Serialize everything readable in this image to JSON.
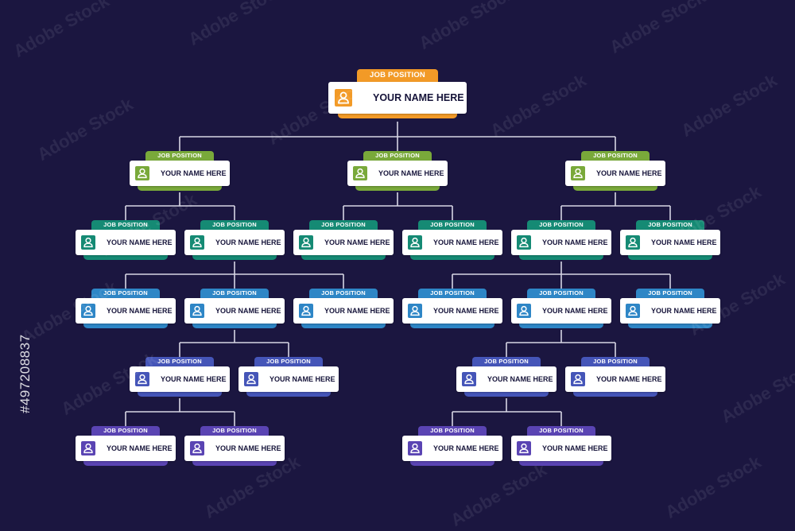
{
  "watermark": "Adobe Stock",
  "stock_id": "#497208837",
  "colors": {
    "background": "#1b1640",
    "orange": "#f29a27",
    "green": "#79a93a",
    "teal": "#158a74",
    "blue": "#2e86c6",
    "indigo": "#4555b8",
    "violet": "#5a44b3",
    "connector": "#d7d6e4"
  },
  "nodes": [
    {
      "id": "root",
      "parent": null,
      "color": "orange",
      "position": "JOB POSITION",
      "name": "YOUR NAME HERE"
    },
    {
      "id": "l1a",
      "parent": "root",
      "color": "green",
      "position": "JOB POSITION",
      "name": "YOUR NAME HERE"
    },
    {
      "id": "l1b",
      "parent": "root",
      "color": "green",
      "position": "JOB POSITION",
      "name": "YOUR NAME HERE"
    },
    {
      "id": "l1c",
      "parent": "root",
      "color": "green",
      "position": "JOB POSITION",
      "name": "YOUR NAME HERE"
    },
    {
      "id": "l2a",
      "parent": "l1a",
      "color": "teal",
      "position": "JOB POSITION",
      "name": "YOUR NAME HERE"
    },
    {
      "id": "l2b",
      "parent": "l1a",
      "color": "teal",
      "position": "JOB POSITION",
      "name": "YOUR NAME HERE"
    },
    {
      "id": "l2c",
      "parent": "l1b",
      "color": "teal",
      "position": "JOB POSITION",
      "name": "YOUR NAME HERE"
    },
    {
      "id": "l2d",
      "parent": "l1b",
      "color": "teal",
      "position": "JOB POSITION",
      "name": "YOUR NAME HERE"
    },
    {
      "id": "l2e",
      "parent": "l1c",
      "color": "teal",
      "position": "JOB POSITION",
      "name": "YOUR NAME HERE"
    },
    {
      "id": "l2f",
      "parent": "l1c",
      "color": "teal",
      "position": "JOB POSITION",
      "name": "YOUR NAME HERE"
    },
    {
      "id": "l3a",
      "parent": "l2b",
      "color": "blue",
      "position": "JOB POSITION",
      "name": "YOUR NAME HERE"
    },
    {
      "id": "l3b",
      "parent": "l2b",
      "color": "blue",
      "position": "JOB POSITION",
      "name": "YOUR NAME HERE"
    },
    {
      "id": "l3c",
      "parent": "l2b",
      "color": "blue",
      "position": "JOB POSITION",
      "name": "YOUR NAME HERE"
    },
    {
      "id": "l3d",
      "parent": "l2e",
      "color": "blue",
      "position": "JOB POSITION",
      "name": "YOUR NAME HERE"
    },
    {
      "id": "l3e",
      "parent": "l2e",
      "color": "blue",
      "position": "JOB POSITION",
      "name": "YOUR NAME HERE"
    },
    {
      "id": "l3f",
      "parent": "l2e",
      "color": "blue",
      "position": "JOB POSITION",
      "name": "YOUR NAME HERE"
    },
    {
      "id": "l4a",
      "parent": "l3b",
      "color": "indigo",
      "position": "JOB POSITION",
      "name": "YOUR NAME HERE"
    },
    {
      "id": "l4b",
      "parent": "l3b",
      "color": "indigo",
      "position": "JOB POSITION",
      "name": "YOUR NAME HERE"
    },
    {
      "id": "l4c",
      "parent": "l3e",
      "color": "indigo",
      "position": "JOB POSITION",
      "name": "YOUR NAME HERE"
    },
    {
      "id": "l4d",
      "parent": "l3e",
      "color": "indigo",
      "position": "JOB POSITION",
      "name": "YOUR NAME HERE"
    },
    {
      "id": "l5a",
      "parent": "l4a",
      "color": "violet",
      "position": "JOB POSITION",
      "name": "YOUR NAME HERE"
    },
    {
      "id": "l5b",
      "parent": "l4a",
      "color": "violet",
      "position": "JOB POSITION",
      "name": "YOUR NAME HERE"
    },
    {
      "id": "l5c",
      "parent": "l4c",
      "color": "violet",
      "position": "JOB POSITION",
      "name": "YOUR NAME HERE"
    },
    {
      "id": "l5d",
      "parent": "l4c",
      "color": "violet",
      "position": "JOB POSITION",
      "name": "YOUR NAME HERE"
    }
  ]
}
